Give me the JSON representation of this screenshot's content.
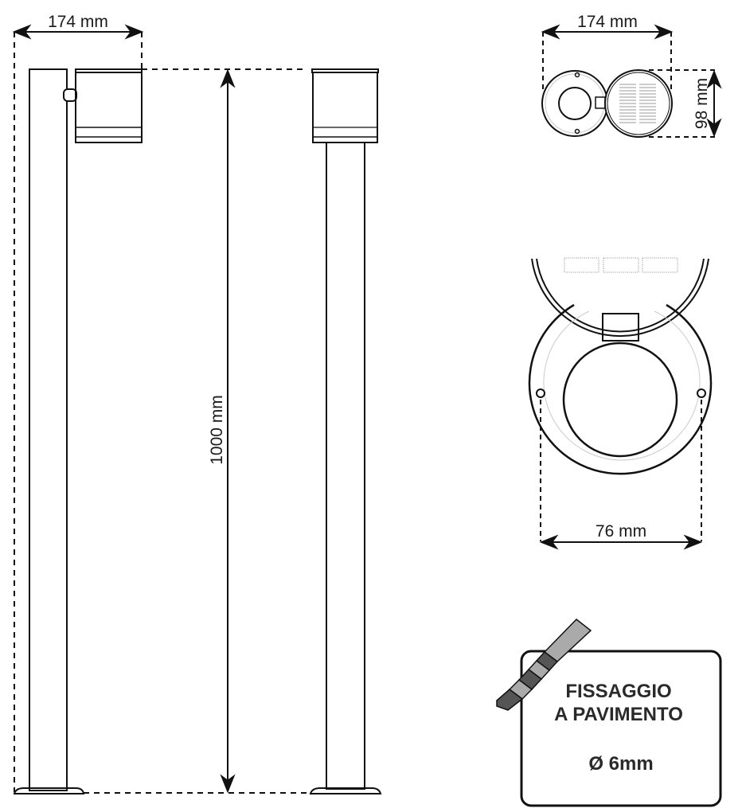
{
  "diagram": {
    "type": "technical-drawing",
    "subject": "solar bollard lamp dimensions",
    "colors": {
      "line": "#111111",
      "panel_stripes": "#9a9a9a",
      "drill_dark": "#555555",
      "drill_light": "#aaaaaa",
      "inner_ring": "#c8c8c8"
    }
  },
  "side_view": {
    "width_label": "174 mm",
    "height_label": "1000 mm"
  },
  "top_view": {
    "width_label": "174 mm",
    "depth_label": "98 mm"
  },
  "base_detail": {
    "hole_spacing_label": "76 mm"
  },
  "mounting_box": {
    "line1": "FISSAGGIO",
    "line2": "A PAVIMENTO",
    "drill_size": "Ø 6mm",
    "icon": "drill-bit-icon"
  }
}
